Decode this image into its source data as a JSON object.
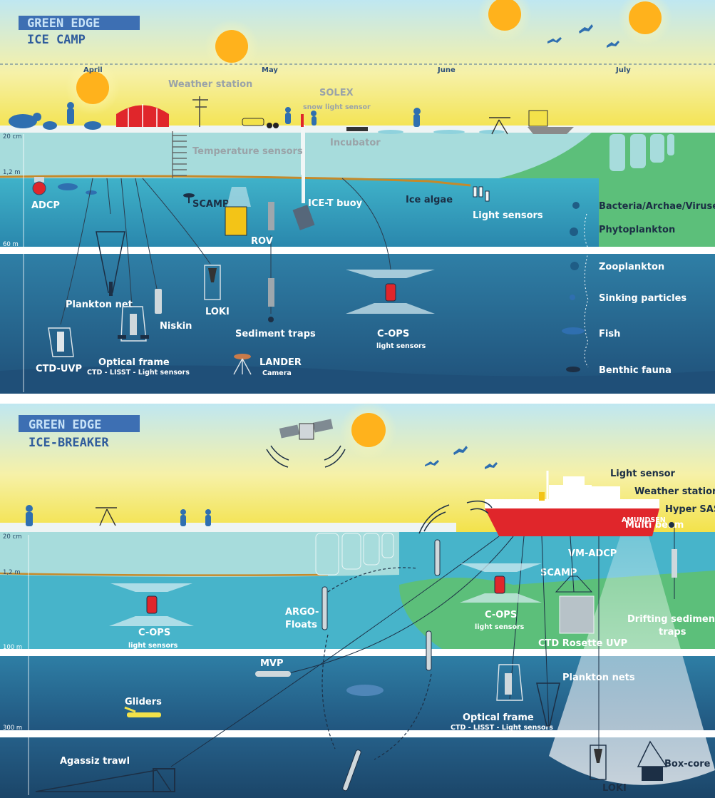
{
  "panel1": {
    "banner_line1": "GREEN EDGE",
    "banner_line2": "ICE CAMP",
    "months": [
      "April",
      "May",
      "June",
      "July"
    ],
    "depths": {
      "d1": "20 cm",
      "d2": "1,2 m",
      "d3": "60 m"
    },
    "labels": {
      "weather_station": "Weather station",
      "solex": "SOLEX",
      "solex_sub": "snow light sensor",
      "incubator": "Incubator",
      "temperature_sensors": "Temperature sensors",
      "adcp": "ADCP",
      "scamp": "SCAMP",
      "ice_t_buoy": "ICE-T buoy",
      "ice_algae": "Ice algae",
      "light_sensors": "Light sensors",
      "rov": "ROV",
      "plankton_net": "Plankton net",
      "niskin": "Niskin",
      "loki": "LOKI",
      "sediment_traps": "Sediment traps",
      "c_ops": "C-OPS",
      "c_ops_sub": "light sensors",
      "ctd_uvp": "CTD-UVP",
      "optical_frame": "Optical frame",
      "optical_frame_sub": "CTD - LISST - Light sensors",
      "lander": "LANDER",
      "lander_sub": "Camera"
    },
    "chain": [
      "Bacteria/Archae/Viruses",
      "Phytoplankton",
      "Zooplankton",
      "Sinking particles",
      "Fish",
      "Benthic fauna"
    ]
  },
  "panel2": {
    "banner_line1": "GREEN EDGE",
    "banner_line2": "ICE-BREAKER",
    "depths": {
      "d1": "20 cm",
      "d2": "1,2 m",
      "d3": "100 m",
      "d4": "300 m"
    },
    "ship_name": "AMUNDSEN",
    "labels": {
      "light_sensor": "Light sensor",
      "weather_station": "Weather station",
      "hyper_sas": "Hyper SAS",
      "multi_beam": "Multi beam",
      "vm_adcp": "VM-ADCP",
      "scamp": "SCAMP",
      "argo": "ARGO-",
      "argo2": "Floats",
      "c_ops_left": "C-OPS",
      "c_ops_left_sub": "light sensors",
      "c_ops_mid": "C-OPS",
      "c_ops_mid_sub": "light sensors",
      "ctd_rosette": "CTD Rosette UVP",
      "drifting": "Drifting sediments",
      "drifting2": "traps",
      "mvp": "MVP",
      "gliders": "Gliders",
      "plankton_nets": "Plankton nets",
      "optical_frame": "Optical frame",
      "optical_frame_sub": "CTD - LISST - Light sensors",
      "agassiz": "Agassiz trawl",
      "loki": "LOKI",
      "box_core": "Box-core"
    }
  },
  "colors": {
    "sky_top": "#aee0ee",
    "sun": "#ffb21c",
    "ice": "#a7dcdc",
    "water_top": "#3faac6",
    "water_deep": "#1f5d86",
    "green_bloom": "#5cbf7a",
    "banner": "#3d6fb3",
    "ship_red": "#e0262b"
  }
}
